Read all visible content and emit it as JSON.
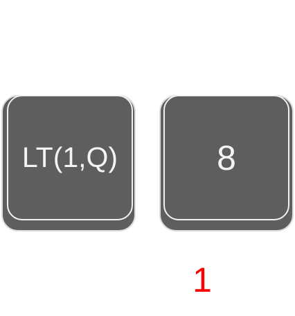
{
  "keys": [
    {
      "label": "LT(1,Q)"
    },
    {
      "label": "8"
    }
  ],
  "key_number": "1",
  "colors": {
    "key_fill": "#5e5e5e",
    "key_border": "#f2f2f2",
    "key_text": "#f4f4f4",
    "number_text": "#ff0000",
    "background": "#ffffff"
  }
}
